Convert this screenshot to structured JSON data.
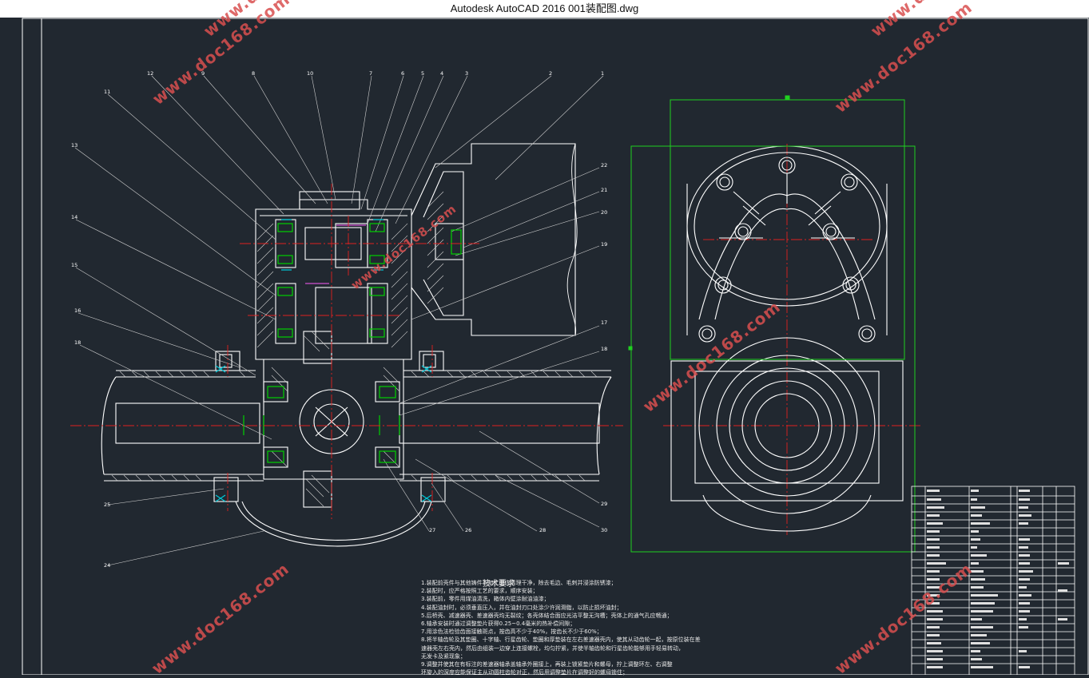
{
  "window": {
    "title": "Autodesk AutoCAD 2016     001装配图.dwg"
  },
  "drawing": {
    "part_callouts_top": [
      "12",
      "9",
      "8",
      "10",
      "7",
      "6",
      "5",
      "4",
      "3",
      "2",
      "1"
    ],
    "part_callout_11": "11",
    "tech_title": "技术要求",
    "tech_requirements": [
      "1.装配前壳件与其他铸件不加工面应清理干净，除去毛边、毛刺并浸涂防锈漆；",
      "2.装配时，应严格按照工艺的要求，顺序安装；",
      "3.装配前，零件用煤油清洗，箱体内壁涂耐油油漆；",
      "4.装配油封时，必须垂直压入，并在油封刃口处涂少许润滑脂，以防止损坏油封；",
      "5.后桥壳、减速器壳、差速器壳均无裂纹；各壳体结合面应光洁平整无沟槽；壳体上的通气孔应畅通；",
      "6.轴承安装时通过调整垫片获得0.25~0.4毫米的热补偿间隙；",
      "7.用涂色法检验齿面接触斑点，按齿高不少于40%，按齿长不少于60%；",
      "8.将半轴齿轮及其垫圈、十字轴、行星齿轮、垫圈和厚垫装在左右差速器壳内，使其从动齿轮一起，按原位装在差",
      "   速器壳左右壳内，然后由组装一边穿上连接螺栓，均匀拧紧，并使半轴齿轮和行星齿轮能够用手轻易转动，",
      "   无发卡及紧现象；",
      "9.调整并使其在有标注的差速器轴承盖轴承外圈接上，再装上锁紧垫片和螺母，拧上调整环左、右调整",
      "   环旋入的深度应能保证主从动圆柱齿轮对正，然后用调整垫片在调整好的螺母锁住；"
    ]
  },
  "watermarks": [
    "www.doc168.com",
    "www.doc168.com",
    "www.doc168.com",
    "www.doc168.com",
    "www.doc168.com",
    "www.doc168.com",
    "www.doc168.com",
    "www.doc168.com"
  ]
}
